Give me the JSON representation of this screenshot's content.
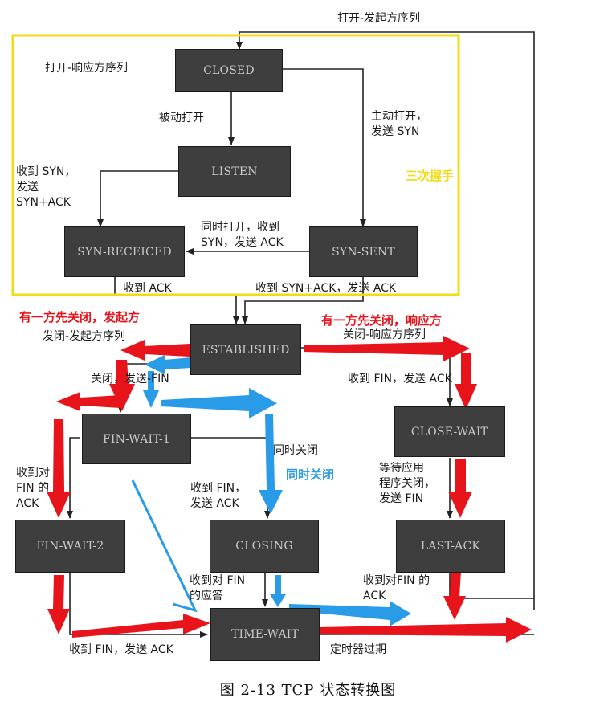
{
  "states": {
    "closed": "CLOSED",
    "listen": "LISTEN",
    "syn_received": "SYN-RECEICED",
    "syn_sent": "SYN-SENT",
    "established": "ESTABLISHED",
    "fin_wait_1": "FIN-WAIT-1",
    "close_wait": "CLOSE-WAIT",
    "fin_wait_2": "FIN-WAIT-2",
    "closing": "CLOSING",
    "last_ack": "LAST-ACK",
    "time_wait": "TIME-WAIT"
  },
  "labels": {
    "open_initiator_seq": "打开-发起方序列",
    "open_responder_seq": "打开-响应方序列",
    "passive_open": "被动打开",
    "active_open": "主动打开，\n发送 SYN",
    "recv_syn_send_synack": "收到 SYN，\n发送\nSYN+ACK",
    "simul_open": "同时打开，收到\nSYN，发送 ACK",
    "recv_ack": "收到 ACK",
    "recv_synack_send_ack": "收到 SYN+ACK，发送 ACK",
    "close_initiator_seq": "发闭-发起方序列",
    "close_responder_seq": "关闭-响应方序列",
    "close_send_fin": "关闭，发送-FIN",
    "recv_fin_send_ack": "收到 FIN，发送 ACK",
    "simul_close": "同时关闭",
    "recv_ack_of_fin": "收到对\nFIN 的\nACK",
    "recv_fin_send_ack_2": "收到 FIN，\n发送 ACK",
    "wait_app_close": "等待应用\n程序关闭，\n发送 FIN",
    "recv_ack_of_fin_2": "收到对 FIN\n的应答",
    "recv_ack_of_fin_3": "收到对FIN 的\nACK",
    "recv_fin_send_ack_3": "收到 FIN，发送 ACK",
    "timer_expired": "定时器过期"
  },
  "annotations": {
    "three_way_handshake": "三次握手",
    "initiator_closes_first": "有一方先关闭，发起方",
    "responder_closes_first": "有一方先关闭，响应方",
    "simultaneous_close": "同时关闭"
  },
  "caption": "图 2-13    TCP 状态转换图",
  "colors": {
    "box_fill": "#3e3e3e",
    "red_arrow": "#e8141b",
    "blue_arrow": "#2a9be6",
    "yellow_frame": "#f0dc14"
  }
}
